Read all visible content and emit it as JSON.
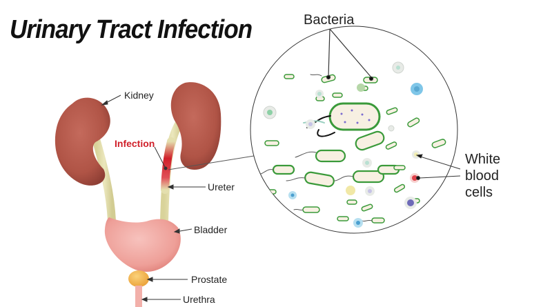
{
  "title": "Urinary Tract Infection",
  "labels": {
    "kidney": "Kidney",
    "infection": "Infection",
    "ureter": "Ureter",
    "bladder": "Bladder",
    "prostate": "Prostate",
    "urethra": "Urethra",
    "bacteria": "Bacteria",
    "wbc_line1": "White",
    "wbc_line2": "blood",
    "wbc_line3": "cells"
  },
  "colors": {
    "kidney": "#b8584a",
    "kidney_dark": "#8f3f35",
    "ureter": "#e4dfae",
    "infection": "#d0202a",
    "bladder": "#f1a8a2",
    "prostate": "#f3b24a",
    "urethra": "#f2b0aa",
    "bacteria_fill": "#f7f0e2",
    "bacteria_outline": "#3a9a3a"
  }
}
